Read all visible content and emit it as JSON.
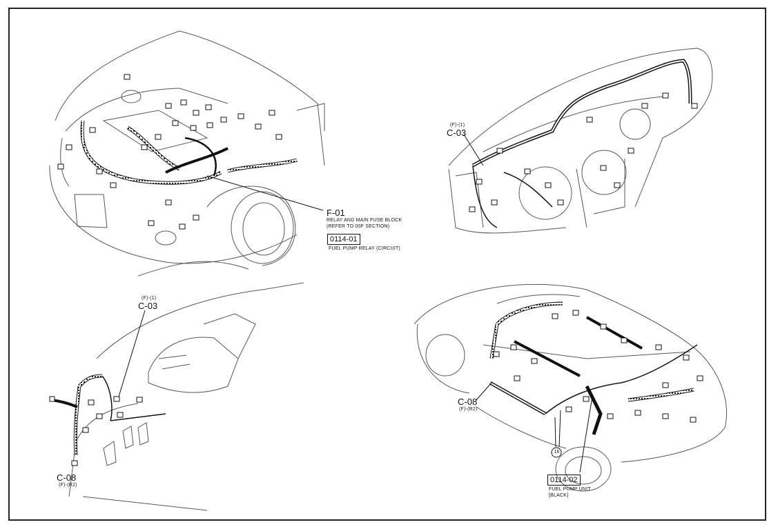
{
  "callouts": {
    "f01": {
      "code": "F-01",
      "desc_line1": "RELAY AND MAIN FUSE BLOCK",
      "desc_line2": "(REFER TO 00F SECTION)",
      "box": "0114-01",
      "box_desc": "FUEL PUMP RELAY (CIRCUIT)"
    },
    "c03_top": {
      "sub": "(F)-(1)",
      "code": "C-03"
    },
    "c03_bottom": {
      "sub": "(F)-(1)",
      "code": "C-03"
    },
    "c08_left": {
      "code": "C-08",
      "sub": "(F)-(R2)"
    },
    "c08_right": {
      "code": "C-08",
      "sub": "(F)-(R2)"
    },
    "ground": {
      "label": "16"
    },
    "fuel_pump": {
      "box": "0114-02",
      "desc_line1": "FUEL PUMP UNIT",
      "desc_line2": "[BLACK]"
    }
  }
}
